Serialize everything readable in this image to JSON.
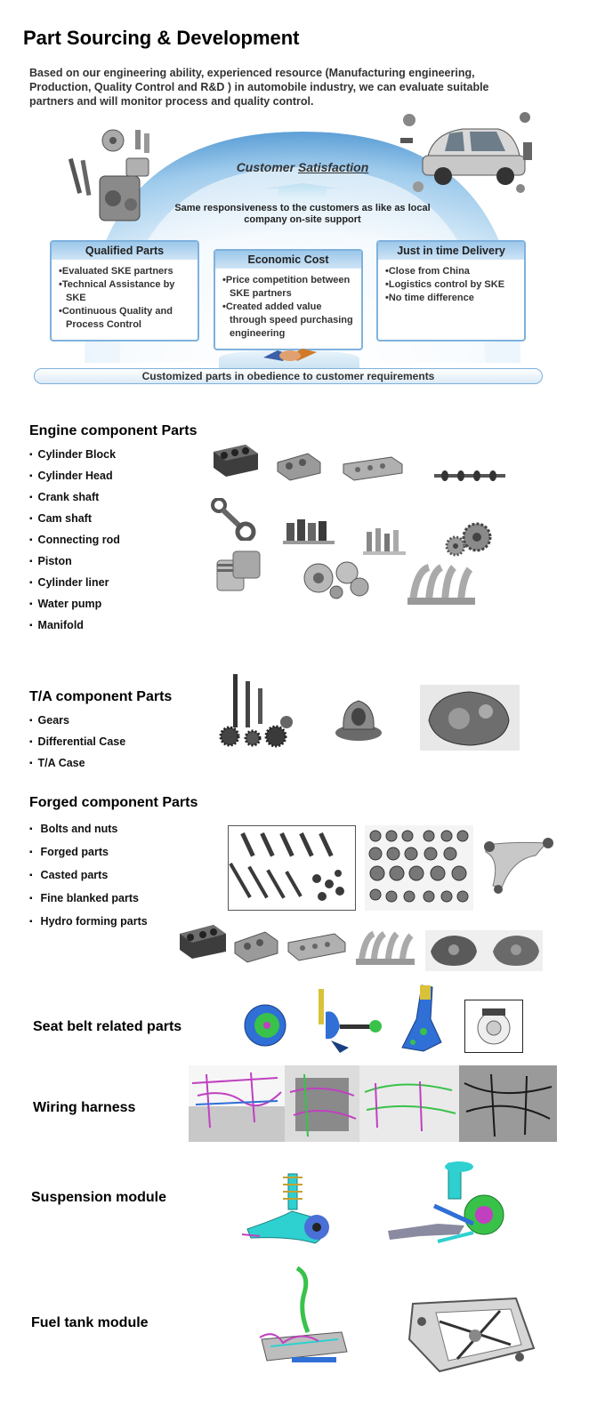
{
  "page": {
    "title": "Part Sourcing & Development",
    "intro": "Based on our engineering ability, experienced resource (Manufacturing engineering, Production, Quality Control and R&D ) in automobile industry, we can evaluate suitable partners and will monitor process and quality control."
  },
  "diagram": {
    "customer_title": "Customer",
    "customer_title_emph": "Satisfaction",
    "responsiveness": "Same responsiveness to the customers as like as local company on-site support",
    "boxes": [
      {
        "title": "Qualified Parts",
        "items": [
          "Evaluated SKE partners",
          "Technical Assistance by SKE",
          "Continuous Quality and Process Control"
        ]
      },
      {
        "title": "Economic Cost",
        "items": [
          "Price competition between SKE partners",
          "Created added value through speed purchasing engineering"
        ]
      },
      {
        "title": "Just in time Delivery",
        "items": [
          "Close from China",
          "Logistics control by SKE",
          "No time difference"
        ]
      }
    ],
    "base": "Customized parts in obedience to customer requirements"
  },
  "engine": {
    "heading": "Engine component Parts",
    "items": [
      "Cylinder Block",
      "Cylinder Head",
      "Crank shaft",
      "Cam shaft",
      "Connecting rod",
      "Piston",
      "Cylinder liner",
      "Water pump",
      "Manifold"
    ]
  },
  "ta": {
    "heading": "T/A component Parts",
    "items": [
      "Gears",
      "Differential Case",
      "T/A Case"
    ]
  },
  "forged": {
    "heading": "Forged component Parts",
    "items": [
      "Bolts and nuts",
      "Forged parts",
      "Casted parts",
      "Fine blanked parts",
      "Hydro forming parts"
    ]
  },
  "modules": {
    "seat_belt": "Seat belt related parts",
    "wiring": "Wiring harness",
    "suspension": "Suspension module",
    "fuel_tank": "Fuel tank module"
  },
  "colors": {
    "accent_blue": "#7fb1dd",
    "box_head": "#9cc7ea",
    "metal": "#9a9a9a",
    "dark_metal": "#4a4a4a",
    "cad_blue": "#2f6fd6",
    "cad_green": "#39c24a",
    "cad_cyan": "#2fd0d0",
    "cad_magenta": "#c040c0"
  }
}
